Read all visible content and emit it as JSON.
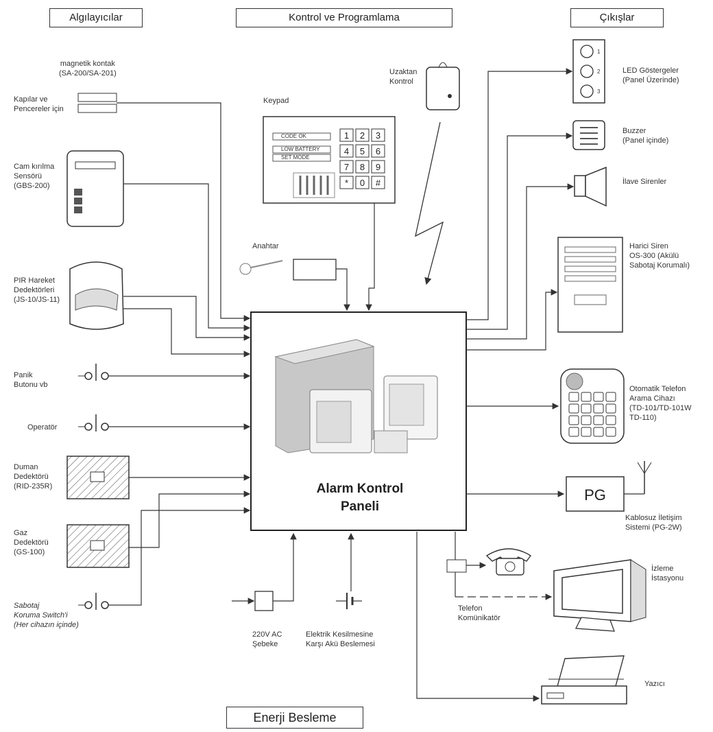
{
  "headers": {
    "sensors": "Algılayıcılar",
    "control": "Kontrol ve Programlama",
    "outputs": "Çıkışlar",
    "power": "Enerji Besleme"
  },
  "panel": {
    "title_line1": "Alarm Kontrol",
    "title_line2": "Paneli"
  },
  "sensors": {
    "magnetic_title": "magnetik kontak\n(SA-200/SA-201)",
    "doors": "Kapılar ve\nPencereler için",
    "glass": "Cam kırılma\nSensörü\n(GBS-200)",
    "pir": "PIR Hareket\nDedektörleri\n(JS-10/JS-11)",
    "panic": "Panik\nButonu vb",
    "operator": "Operatör",
    "smoke": "Duman\nDedektörü\n(RID-235R)",
    "gas": "Gaz\nDedektörü\n(GS-100)",
    "tamper": "Sabotaj\nKoruma Switch'i\n(Her cihazın içinde)"
  },
  "control": {
    "keypad": "Keypad",
    "remote": "Uzaktan\nKontrol",
    "key": "Anahtar",
    "keypad_leds": [
      "CODE OK",
      "LOW BATTERY",
      "SET MODE"
    ],
    "keypad_keys": [
      "1",
      "2",
      "3",
      "4",
      "5",
      "6",
      "7",
      "8",
      "9",
      "*",
      "0",
      "#"
    ]
  },
  "outputs": {
    "led": "LED Göstergeler\n(Panel Üzerinde)",
    "led_numbers": [
      "1",
      "2",
      "3"
    ],
    "buzzer": "Buzzer\n(Panel içinde)",
    "siren": "İlave Sirenler",
    "outdoor_siren": "Harici Siren\nOS-300 (Akülü\nSabotaj Korumalı)",
    "dialer": "Otomatik Telefon\nArama Cihazı\n(TD-101/TD-101W\nTD-110)",
    "pg": "PG",
    "wireless": "Kablosuz İletişim\nSistemi (PG-2W)",
    "monitoring": "İzleme\nİstasyonu",
    "communicator": "Telefon\nKomünikatör",
    "printer": "Yazıcı"
  },
  "power": {
    "ac": "220V AC\nŞebeke",
    "battery": "Elektrik Kesilmesine\nKarşı Akü Beslemesi"
  }
}
